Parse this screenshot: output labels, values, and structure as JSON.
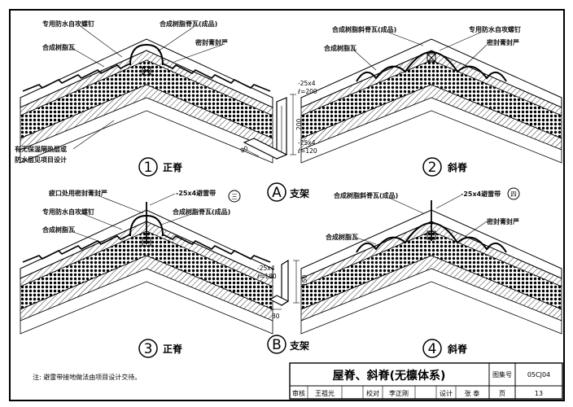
{
  "details": [
    {
      "number": "1",
      "name": "正脊",
      "labels": {
        "a": "专用防水自攻螺钉",
        "b": "合成树脂脊瓦(成品)",
        "c": "密封膏封严",
        "d": "合成树脂瓦",
        "e": "有无保温隔热层或",
        "f": "防水层见项目设计"
      }
    },
    {
      "number": "2",
      "name": "斜脊",
      "labels": {
        "a": "合成树脂斜脊瓦(成品)",
        "b": "专用防水自攻螺钉",
        "c": "合成树脂瓦",
        "d": "密封膏封严"
      }
    },
    {
      "number": "3",
      "name": "正脊",
      "labels": {
        "a": "疲口处用密封膏封严",
        "b": "-25x4避雷带",
        "c": "专用防水自攻螺钉",
        "d": "合成树脂脊瓦(成品)",
        "e": "合成树脂瓦",
        "ref": "三"
      }
    },
    {
      "number": "4",
      "name": "斜脊",
      "labels": {
        "a": "合成树脂斜脊瓦(成品)",
        "b": "-25x4避雷带",
        "c": "合成树脂瓦",
        "d": "密封膏封严",
        "ref": "四"
      }
    }
  ],
  "bracket_a": {
    "letter": "A",
    "name": "支架",
    "dims": [
      "-25x4",
      "ℓ=200",
      "200",
      "-25x4",
      "ℓ=120",
      "80"
    ]
  },
  "bracket_b": {
    "letter": "B",
    "name": "支架",
    "dims": [
      "-25x4",
      "ℓ=180",
      "150",
      "30"
    ]
  },
  "note": "注: 避雷带接地做法由项目设计交待。",
  "title_block": {
    "title": "屋脊、斜脊(无檩体系)",
    "set_no_label": "图集号",
    "set_no": "05CJ04",
    "page_label": "页",
    "page": "13",
    "review_label": "审核",
    "reviewer": "王祖光",
    "check_label": "校对",
    "checker": "李正刚",
    "design_label": "设计",
    "designer": "张 泰"
  }
}
